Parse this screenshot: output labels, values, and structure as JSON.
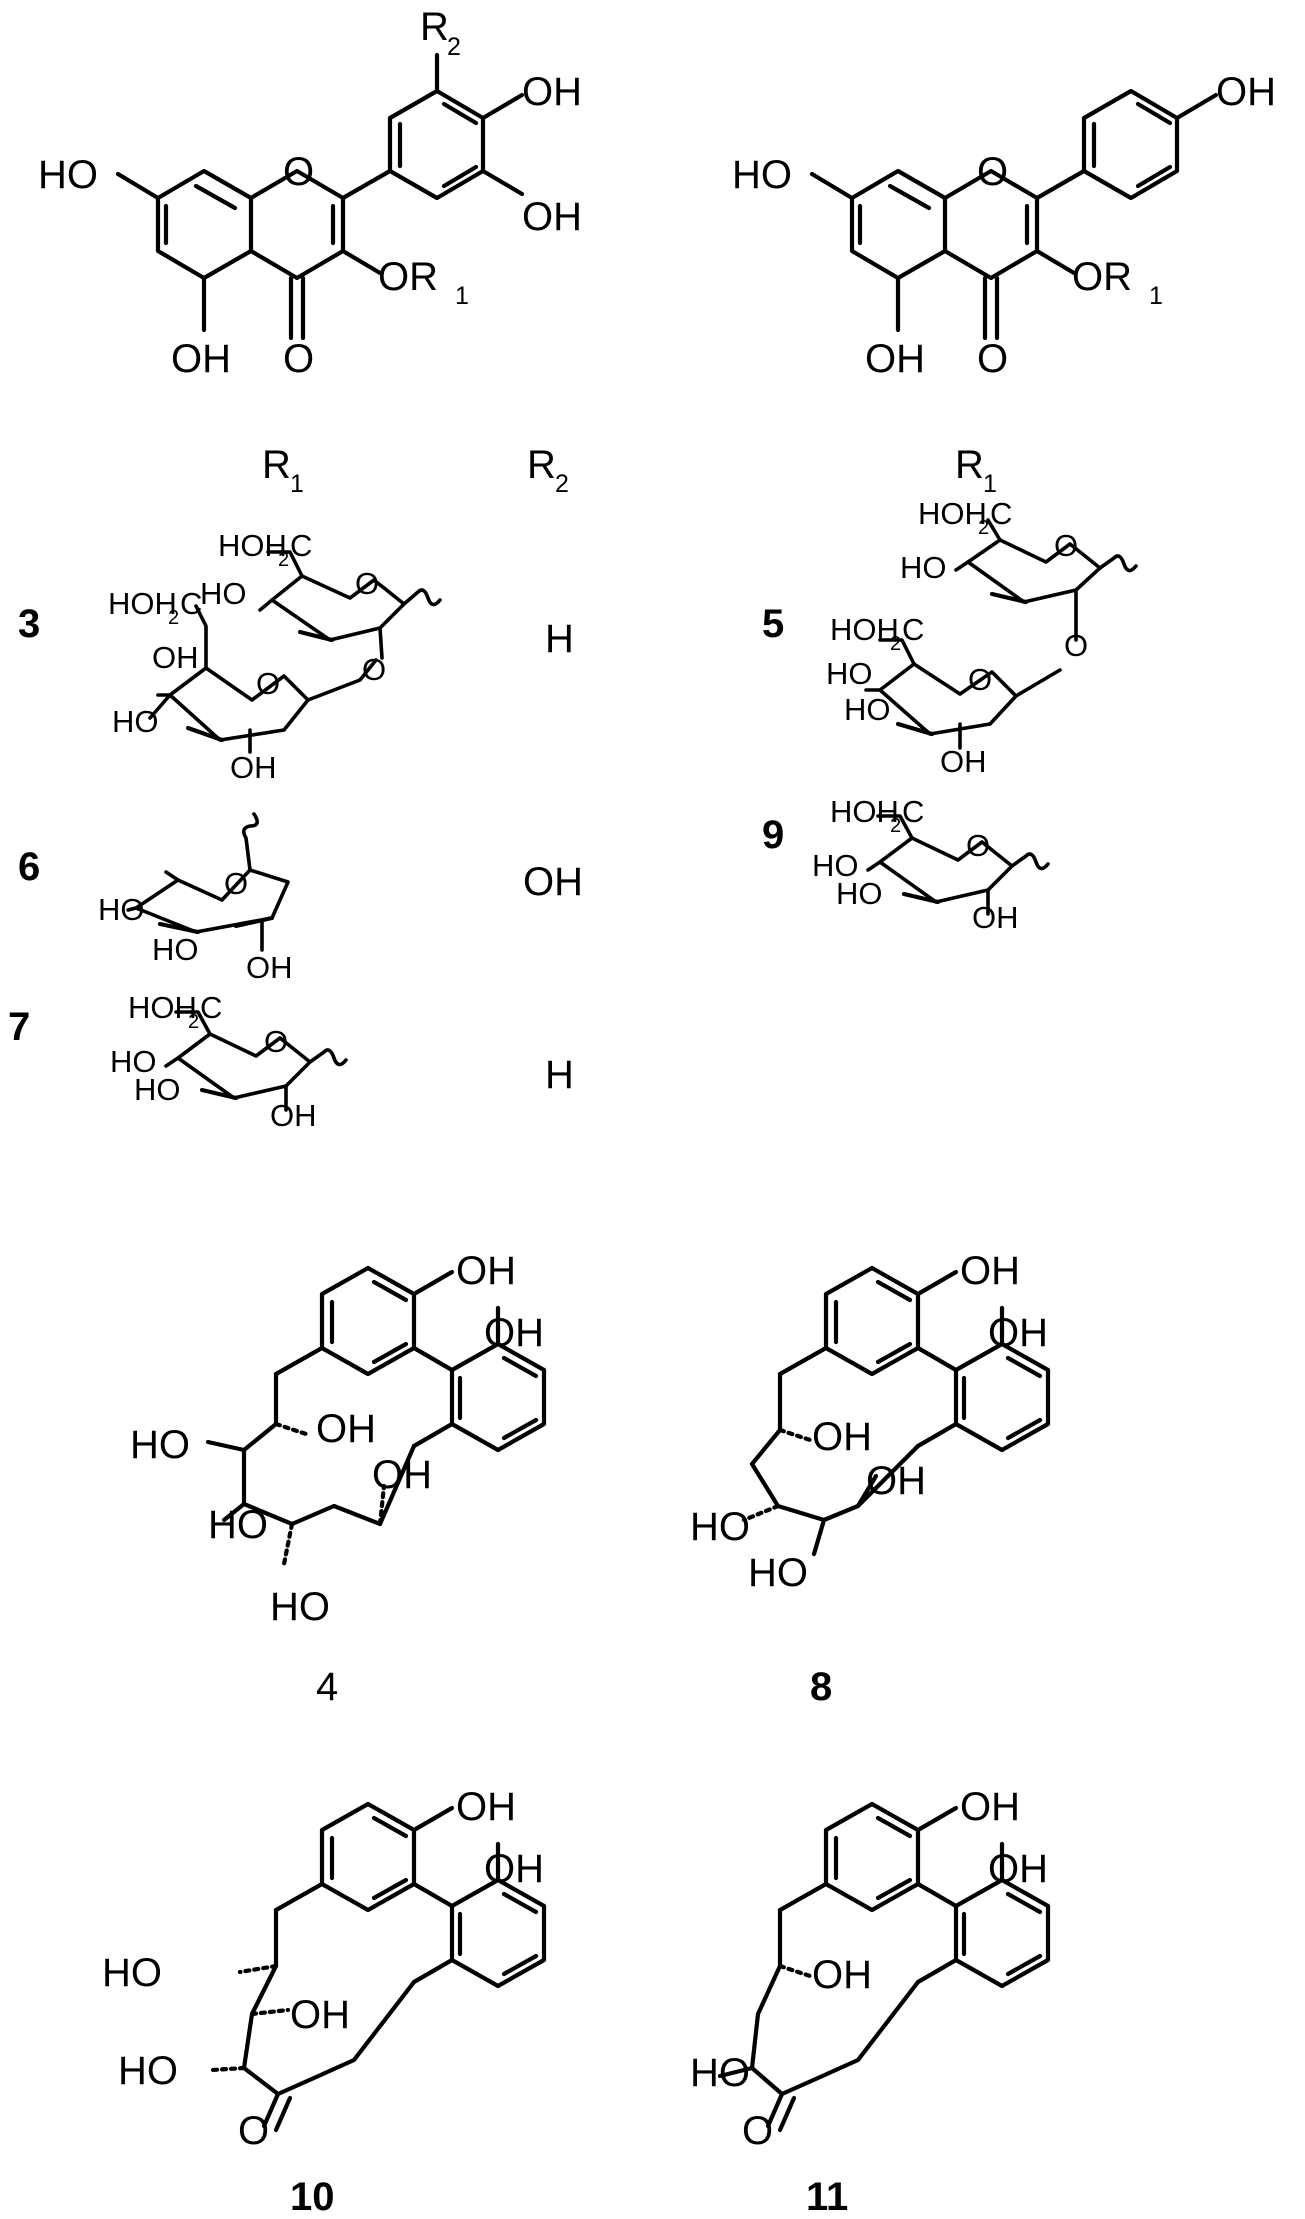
{
  "figure": {
    "top_left": {
      "labels": {
        "oh_7": "HO",
        "oh_5": "OH",
        "o_ring": "O",
        "o_keto": "O",
        "or1": "OR",
        "r2": "R",
        "oh_4p": "OH",
        "oh_3p": "OH"
      },
      "subscripts": {
        "r1": "1",
        "r2": "2"
      }
    },
    "top_right": {
      "labels": {
        "oh_7": "HO",
        "oh_5": "OH",
        "o_ring": "O",
        "o_keto": "O",
        "or1": "OR",
        "oh_4p": "OH"
      },
      "subscripts": {
        "r1": "1"
      }
    },
    "substituent_table": {
      "headers": {
        "r1_left": "R",
        "r2": "R",
        "r1_right": "R"
      },
      "header_subs": {
        "r1_left": "1",
        "r2": "2",
        "r1_right": "1"
      },
      "rows": [
        {
          "compound": "3",
          "r2": "H"
        },
        {
          "compound": "5"
        },
        {
          "compound": "6",
          "r2": "OH"
        },
        {
          "compound": "9"
        },
        {
          "compound": "7",
          "r2": "H"
        }
      ],
      "sugar_labels": {
        "hoh2c": "HOH",
        "ho": "HO",
        "o": "O",
        "oh": "OH",
        "sub2": "2",
        "c": "C"
      }
    },
    "macrocycles": [
      {
        "compound": "4",
        "bold": false,
        "labels": [
          "OH",
          "OH",
          "OH",
          "HO",
          "HO",
          "OH",
          "HO"
        ]
      },
      {
        "compound": "8",
        "bold": true,
        "labels": [
          "OH",
          "OH",
          "OH",
          "HO",
          "OH",
          "HO"
        ]
      },
      {
        "compound": "10",
        "bold": true,
        "labels": [
          "OH",
          "OH",
          "HO",
          "OH",
          "HO",
          "O"
        ]
      },
      {
        "compound": "11",
        "bold": true,
        "labels": [
          "OH",
          "OH",
          "OH",
          "HO",
          "O"
        ]
      }
    ]
  }
}
